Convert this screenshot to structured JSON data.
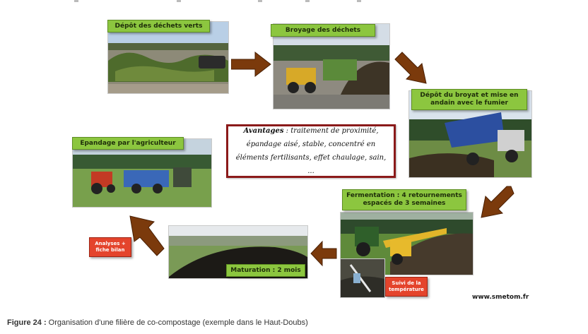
{
  "steps": {
    "depot": "Dépôt des déchets verts",
    "broyage": "Broyage des déchets",
    "andain": "Dépôt du broyat et mise en andain avec le fumier",
    "fermentation": "Fermentation : 4 retournements espacés de 3 semaines",
    "maturation": "Maturation : 2 mois",
    "epandage": "Epandage par l'agriculteur"
  },
  "notes": {
    "analyses": "Analyses + fiche bilan",
    "suivi": "Suivi de la température"
  },
  "advantages": {
    "title": "Avantages",
    "text": " : traitement de proximité, épandage aisé, stable, concentré en éléments fertilisants, effet chaulage, sain, ..."
  },
  "website": "www.smetom.fr",
  "caption": {
    "label": "Figure 24 :",
    "text": " Organisation d'une filière de co-compostage (exemple dans le Haut-Doubs)"
  },
  "colors": {
    "label_green": "#8cc63f",
    "label_red": "#e4442c",
    "arrow_brown": "#7b3a0c",
    "frame_red": "#8b1a1a"
  }
}
